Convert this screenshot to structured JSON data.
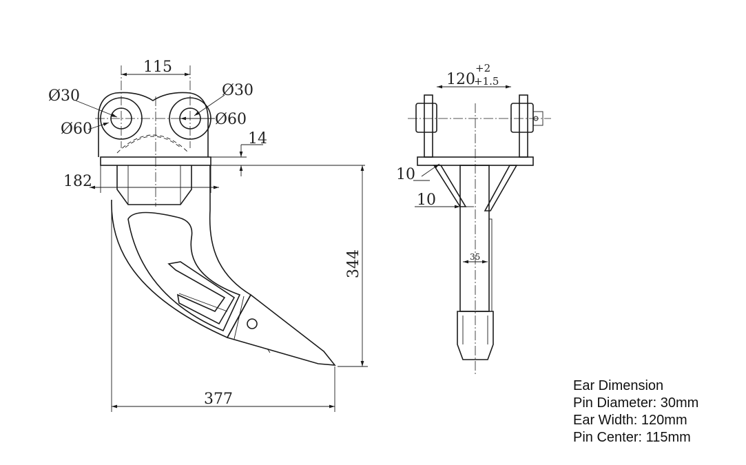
{
  "drawing": {
    "dimensions": {
      "pin_center": "115",
      "pin_dia_left": "Ø30",
      "pin_dia_right": "Ø30",
      "boss_dia_left": "Ø60",
      "boss_dia_right": "Ø60",
      "plate_thickness": "14",
      "mount_width": "182",
      "height": "344",
      "length": "377",
      "ear_width_main": "120",
      "ear_width_tol_upper": "+2",
      "ear_width_tol_lower": "+1.5",
      "side_offset_top": "10",
      "side_offset_bottom": "10",
      "shank_width": "35"
    }
  },
  "specs": {
    "title": "Ear Dimension",
    "pin_diameter": "Pin Diameter: 30mm",
    "ear_width": "Ear Width: 120mm",
    "pin_center": "Pin Center: 115mm"
  }
}
